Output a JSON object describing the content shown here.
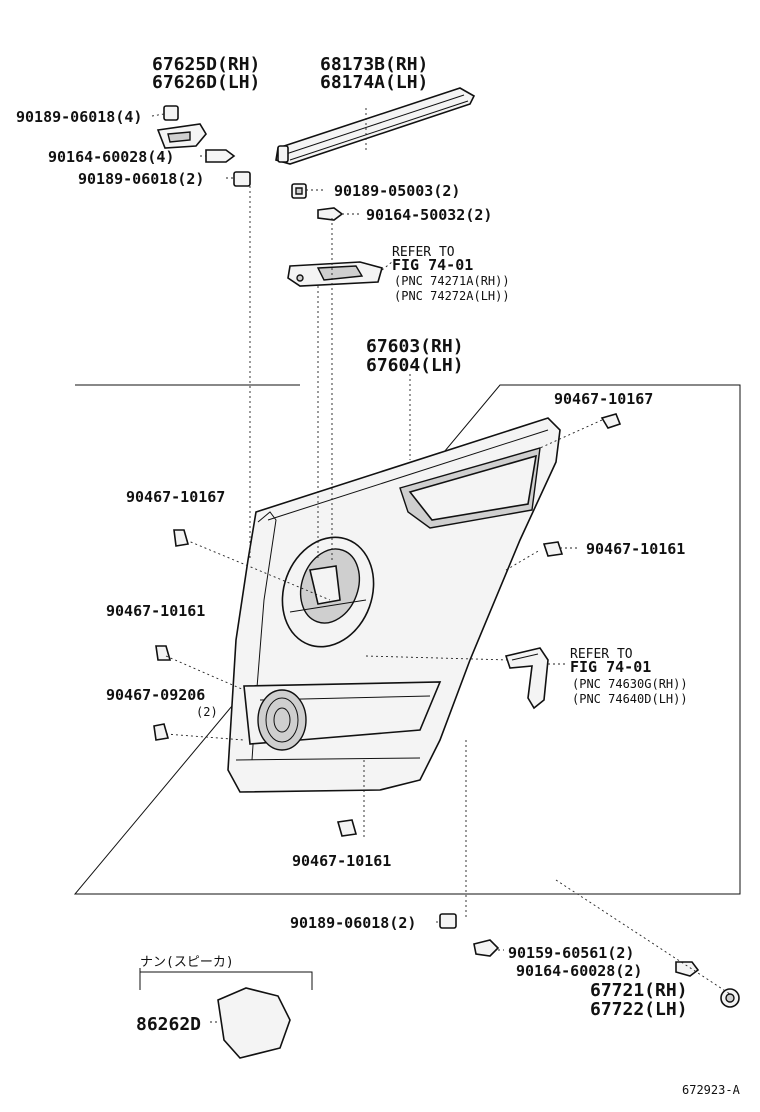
{
  "labels": {
    "top_left_rh": "67625D(RH)",
    "top_left_lh": "67626D(LH)",
    "top_right_rh": "68173B(RH)",
    "top_right_lh": "68174A(LH)",
    "clip_a": "90189-06018(4)",
    "screw_a": "90164-60028(4)",
    "clip_b": "90189-06018(2)",
    "clip_c": "90189-05003(2)",
    "screw_c": "90164-50032(2)",
    "refer_1_title": "REFER TO",
    "refer_1_fig": "FIG 74-01",
    "refer_1_rh": "(PNC 74271A(RH))",
    "refer_1_lh": "(PNC 74272A(LH))",
    "panel_rh": "67603(RH)",
    "panel_lh": "67604(LH)",
    "clip_1": "90467-10167",
    "clip_2": "90467-10167",
    "clip_3": "90467-10161",
    "clip_4": "90467-10161",
    "clip_5": "90467-09206",
    "clip_5_qty": "(2)",
    "refer_2_title": "REFER TO",
    "refer_2_fig": "FIG 74-01",
    "refer_2_rh": "(PNC 74630G(RH))",
    "refer_2_lh": "(PNC 74640D(LH))",
    "clip_6": "90467-10161",
    "clip_d": "90189-06018(2)",
    "screw_d": "90159-60561(2)",
    "screw_e": "90164-60028(2)",
    "cap_rh": "67721(RH)",
    "cap_lh": "67722(LH)",
    "speaker_note": "ナン(スピーカ)",
    "speaker_part": "86262D",
    "figure_code": "672923-A"
  }
}
